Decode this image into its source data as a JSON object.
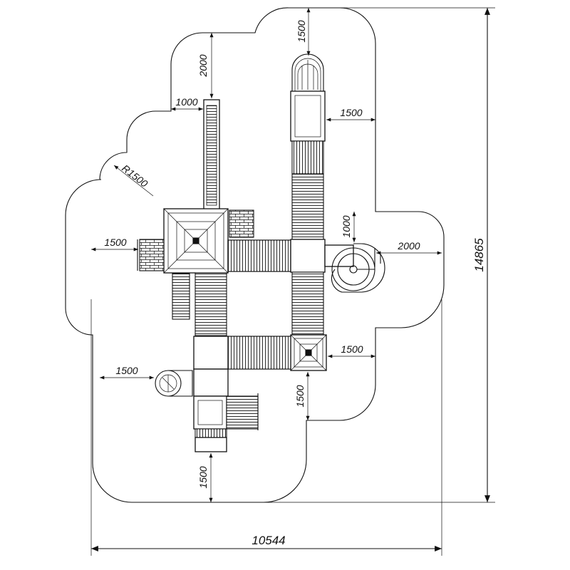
{
  "drawing": {
    "overall_width": "10544",
    "overall_height": "14865",
    "radius_label": "R1500",
    "dimensions": [
      {
        "id": "top",
        "value": "1500"
      },
      {
        "id": "slide-top-gap",
        "value": "2000"
      },
      {
        "id": "slide-side-gap",
        "value": "1000"
      },
      {
        "id": "right-upper",
        "value": "1500"
      },
      {
        "id": "left-mid",
        "value": "1500"
      },
      {
        "id": "right-wing-gap",
        "value": "1000"
      },
      {
        "id": "right-wing-clear",
        "value": "2000"
      },
      {
        "id": "right-lower",
        "value": "1500"
      },
      {
        "id": "left-lower",
        "value": "1500"
      },
      {
        "id": "below-tower",
        "value": "1500"
      },
      {
        "id": "bottom",
        "value": "1500"
      }
    ]
  }
}
